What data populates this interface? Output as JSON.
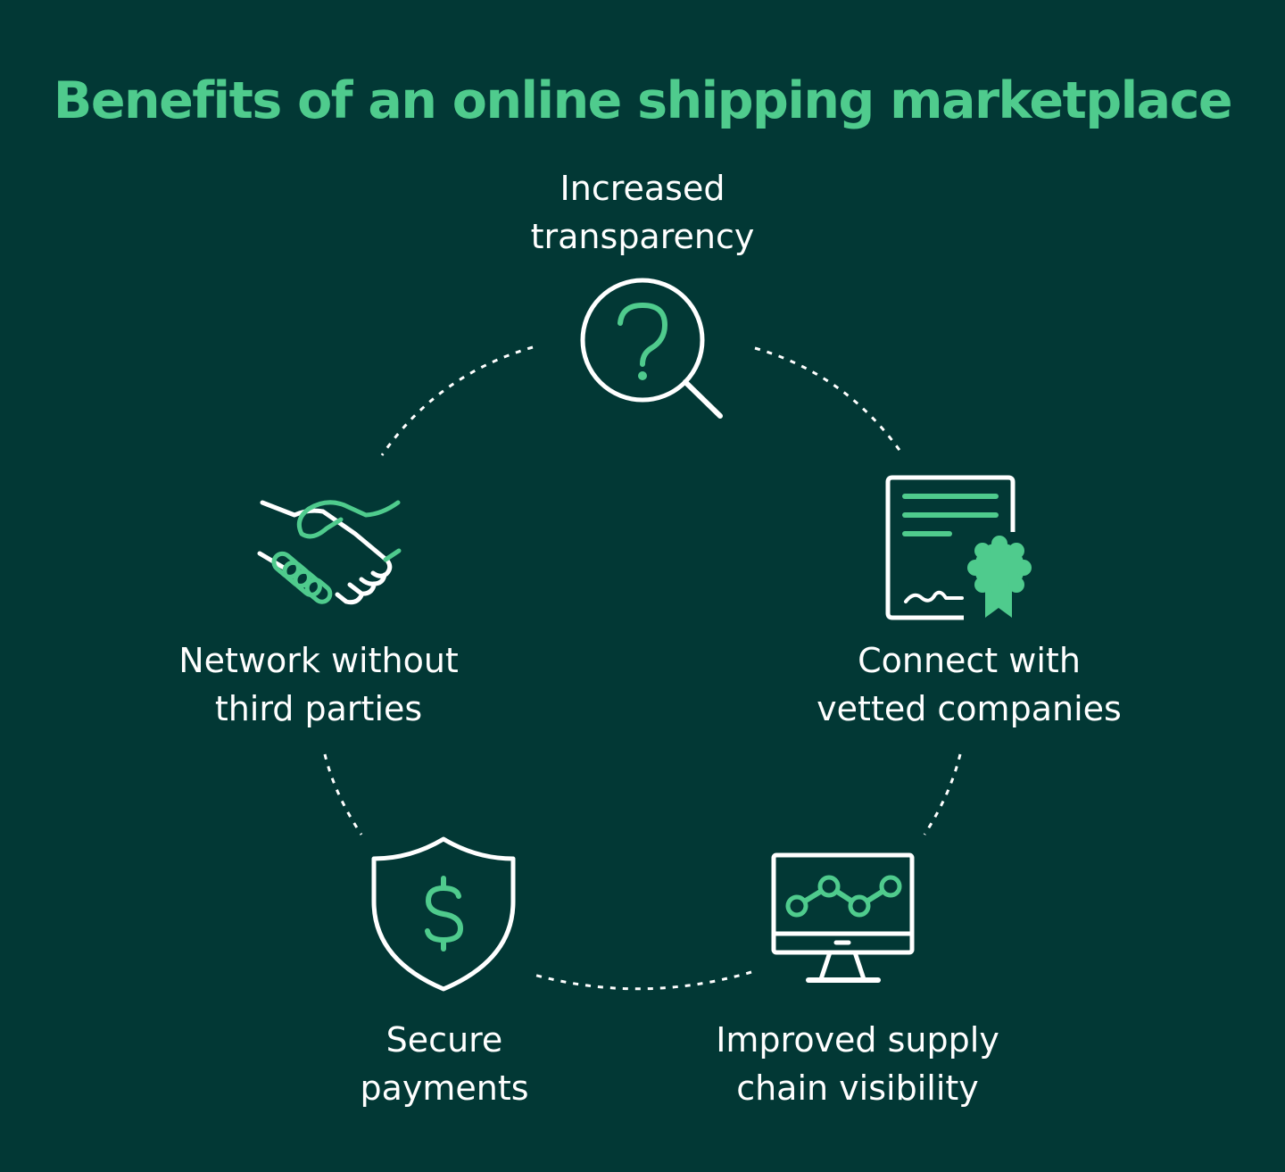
{
  "title": "Benefits of an online shipping marketplace",
  "colors": {
    "background": "#023835",
    "accent": "#4fcb8d",
    "line": "#ffffff"
  },
  "benefits": [
    {
      "line1": "Increased",
      "line2": "transparency",
      "icon": "magnifier-question-icon"
    },
    {
      "line1": "Connect with",
      "line2": "vetted companies",
      "icon": "certificate-icon"
    },
    {
      "line1": "Improved supply",
      "line2": "chain visibility",
      "icon": "monitor-chart-icon"
    },
    {
      "line1": "Secure",
      "line2": "payments",
      "icon": "shield-dollar-icon"
    },
    {
      "line1": "Network without",
      "line2": "third parties",
      "icon": "handshake-icon"
    }
  ]
}
